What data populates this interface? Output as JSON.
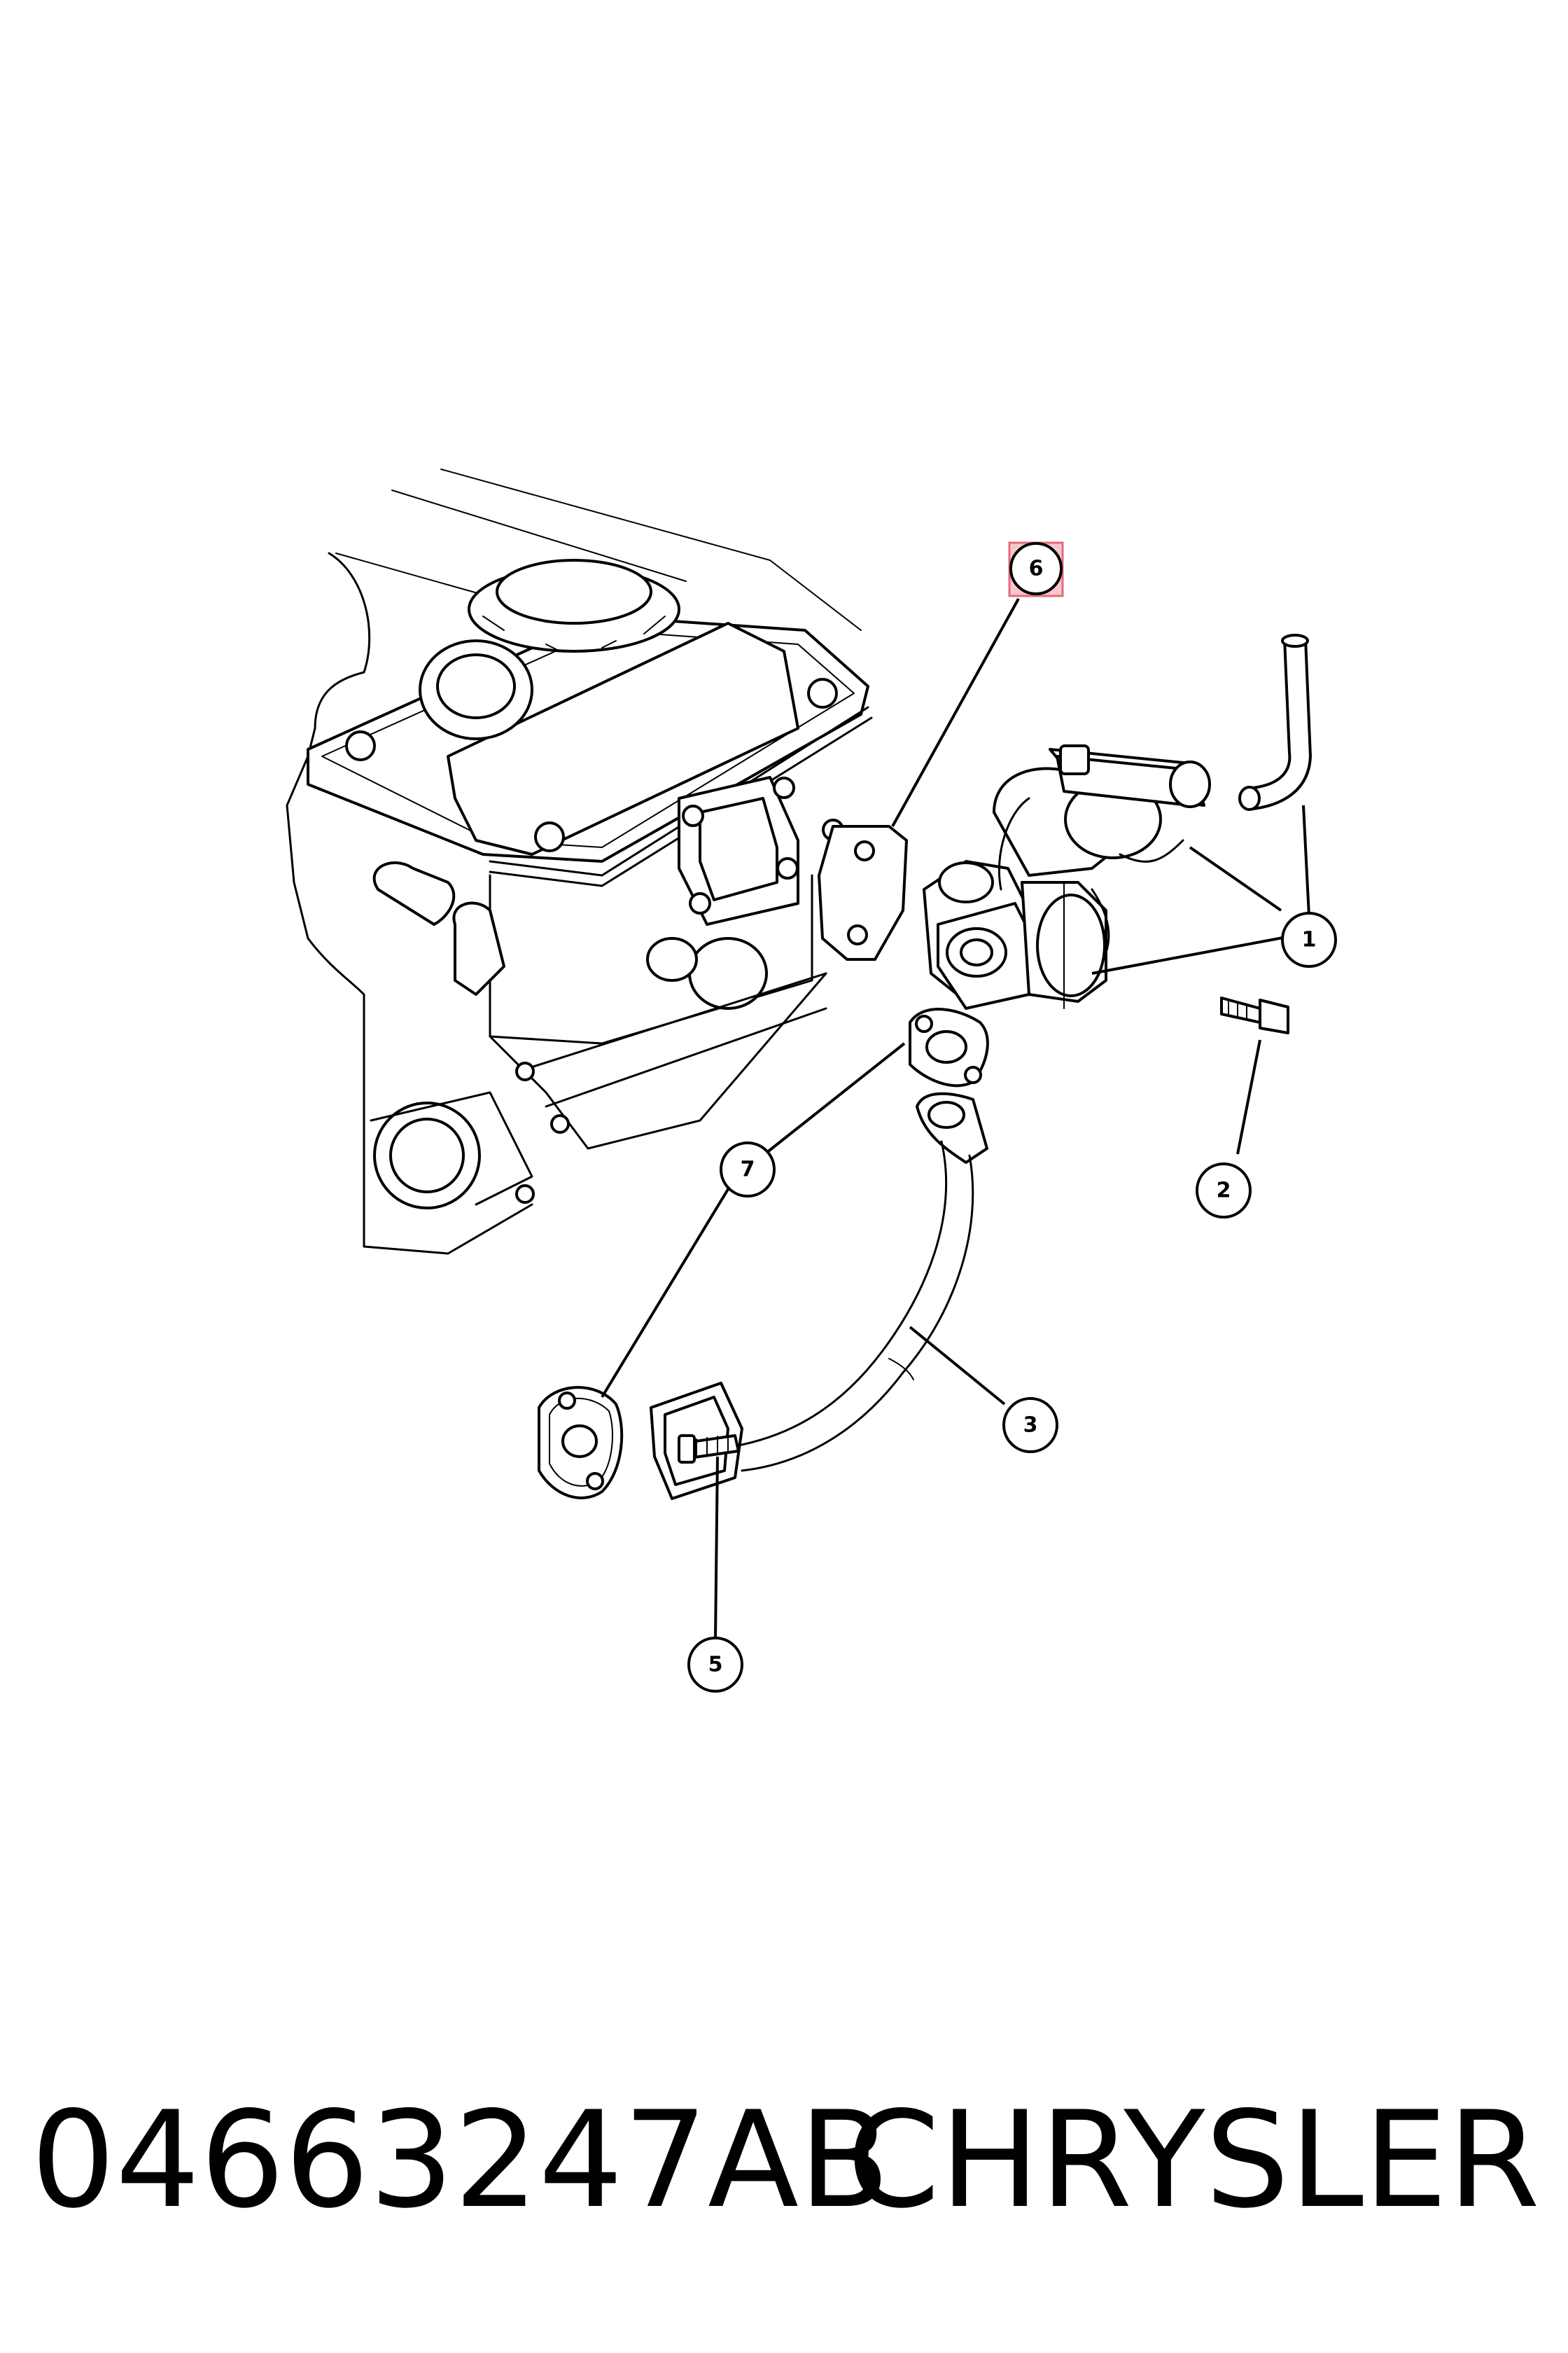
{
  "callouts": [
    {
      "id": "1",
      "label": "1"
    },
    {
      "id": "2",
      "label": "2"
    },
    {
      "id": "3",
      "label": "3"
    },
    {
      "id": "5",
      "label": "5"
    },
    {
      "id": "6",
      "label": "6",
      "highlighted": true
    },
    {
      "id": "7",
      "label": "7"
    }
  ],
  "footer": {
    "part_number": "04663247AB",
    "brand": "CHRYSLER"
  },
  "colors": {
    "line": "#000000",
    "highlight_fill": "#f7c7cc",
    "highlight_stroke": "#e56a7a"
  }
}
